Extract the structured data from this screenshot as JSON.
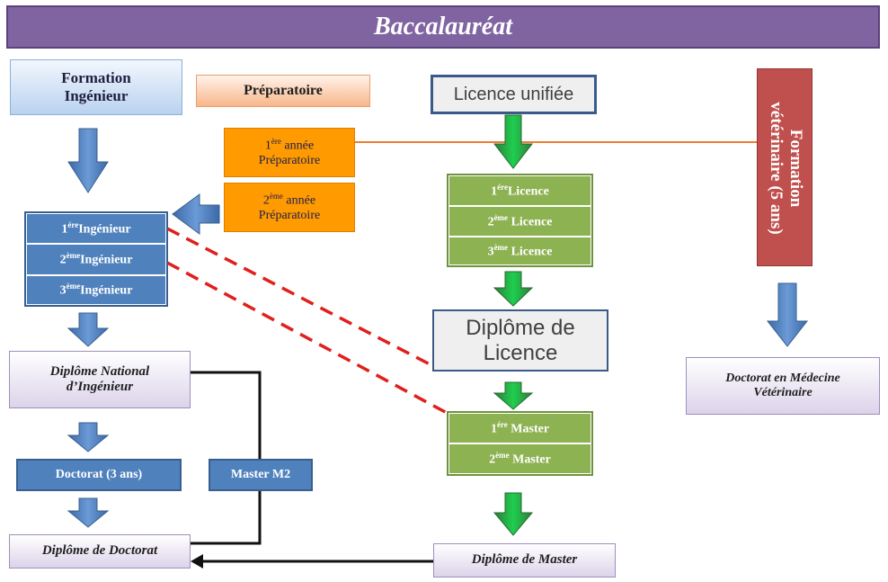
{
  "title": "Baccalauréat",
  "formation_ingenieur": {
    "line1": "Formation",
    "line2": "Ingénieur"
  },
  "preparatoire": "Préparatoire",
  "prep_year1": {
    "sup": "ère",
    "label": "année",
    "sub": "Préparatoire"
  },
  "prep_year2": {
    "sup": "ème",
    "label": "année",
    "sub": "Préparatoire"
  },
  "ingenieur_years": [
    {
      "num": "1",
      "sup": "ére",
      "label": "Ingénieur"
    },
    {
      "num": "2",
      "sup": "ème",
      "label": "Ingénieur"
    },
    {
      "num": "3",
      "sup": "ème",
      "label": "Ingénieur"
    }
  ],
  "diplome_ingenieur": {
    "line1": "Diplôme National",
    "line2": "d’Ingénieur"
  },
  "doctorat": "Doctorat (3 ans)",
  "master_m2": "Master M2",
  "diplome_doctorat": "Diplôme  de Doctorat",
  "licence_unifiee": "Licence unifiée",
  "licence_years": [
    {
      "num": "1",
      "sup": "ére",
      "label": "Licence"
    },
    {
      "num": "2",
      "sup": "ème",
      "label": "Licence"
    },
    {
      "num": "3",
      "sup": "ème",
      "label": "Licence"
    }
  ],
  "diplome_licence": {
    "line1": "Diplôme de",
    "line2": "Licence"
  },
  "master_years": [
    {
      "num": "1",
      "sup": "ére",
      "label": "Master"
    },
    {
      "num": "2",
      "sup": "ème",
      "label": "Master"
    }
  ],
  "diplome_master": "Diplôme de Master",
  "formation_veterinaire": {
    "line1": "Formation",
    "line2": "vétérinaire (5 ans)"
  },
  "doctorat_veterinaire": {
    "line1": "Doctorat en Médecine",
    "line2": "Vétérinaire"
  },
  "colors": {
    "header": "#8064a2",
    "blue": "#4f81bd",
    "green": "#8db252",
    "orange": "#ff9a00",
    "red": "#c0504d",
    "arrow_green": "#00b050",
    "dashed": "#e0201c"
  }
}
